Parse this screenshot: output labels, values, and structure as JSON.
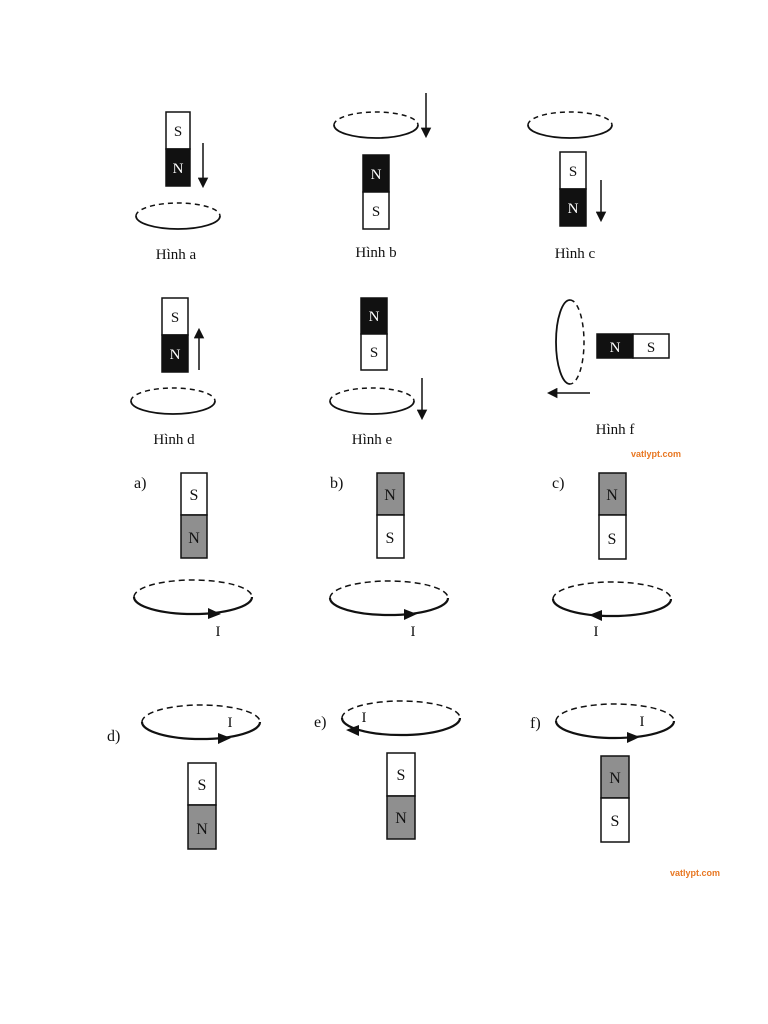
{
  "colors": {
    "ink": "#111111",
    "black_pole": "#111111",
    "white_pole": "#ffffff",
    "shaded_pole": "#8f8f8f",
    "watermark": "#e87722"
  },
  "top_figures": [
    {
      "caption": "Hình a",
      "top_pole": "S",
      "bottom_pole": "N",
      "north_fill": "black",
      "motion_arrow": "down"
    },
    {
      "caption": "Hình b",
      "top_pole": "N",
      "bottom_pole": "S",
      "north_fill": "black",
      "motion_arrow": "down"
    },
    {
      "caption": "Hình c",
      "top_pole": "S",
      "bottom_pole": "N",
      "north_fill": "black",
      "motion_arrow": "down"
    },
    {
      "caption": "Hình d",
      "top_pole": "S",
      "bottom_pole": "N",
      "north_fill": "black",
      "motion_arrow": "up"
    },
    {
      "caption": "Hình e",
      "top_pole": "N",
      "bottom_pole": "S",
      "north_fill": "black",
      "motion_arrow": "down"
    },
    {
      "caption": "Hình f",
      "left_pole": "N",
      "right_pole": "S",
      "north_fill": "black",
      "motion_arrow": "left"
    }
  ],
  "watermark_1": "vatlypt.com",
  "bottom_figures": [
    {
      "label": "a)",
      "top_pole": "S",
      "bottom_pole": "N",
      "north_fill": "gray",
      "current_label": "I",
      "current_arrow": "right"
    },
    {
      "label": "b)",
      "top_pole": "N",
      "bottom_pole": "S",
      "north_fill": "gray",
      "current_label": "I",
      "current_arrow": "right"
    },
    {
      "label": "c)",
      "top_pole": "N",
      "bottom_pole": "S",
      "north_fill": "gray",
      "current_label": "I",
      "current_arrow": "left"
    },
    {
      "label": "d)",
      "top_pole": "S",
      "bottom_pole": "N",
      "north_fill": "gray",
      "current_label": "I",
      "current_arrow": "right"
    },
    {
      "label": "e)",
      "top_pole": "S",
      "bottom_pole": "N",
      "north_fill": "gray",
      "current_label": "I",
      "current_arrow": "left"
    },
    {
      "label": "f)",
      "top_pole": "N",
      "bottom_pole": "S",
      "north_fill": "gray",
      "current_label": "I",
      "current_arrow": "right"
    }
  ],
  "watermark_2": "vatlypt.com"
}
